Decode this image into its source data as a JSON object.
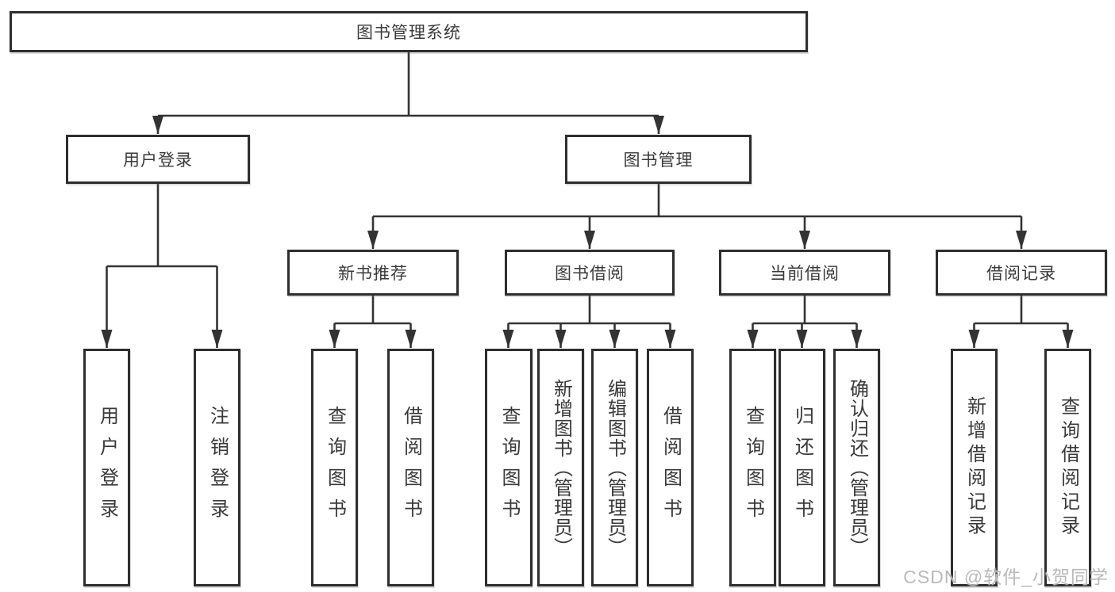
{
  "diagram_type": "hierarchy-tree",
  "colors": {
    "line": "#333333",
    "node_border": "#2e2e2e",
    "text": "#3a3a3a",
    "background": "#ffffff",
    "watermark": "#b9b9b9"
  },
  "tree": {
    "root": "图书管理系统",
    "branches": [
      {
        "label": "用户登录",
        "children": [
          "用户登录",
          "注销登录"
        ]
      },
      {
        "label": "图书管理",
        "children": [
          {
            "label": "新书推荐",
            "children": [
              "查询图书",
              "借阅图书"
            ]
          },
          {
            "label": "图书借阅",
            "children": [
              "查询图书",
              "新增图书（管理员）",
              "编辑图书（管理员）",
              "借阅图书"
            ]
          },
          {
            "label": "当前借阅",
            "children": [
              "查询图书",
              "归还图书",
              "确认归还（管理员）"
            ]
          },
          {
            "label": "借阅记录",
            "children": [
              "新增借阅记录",
              "查询借阅记录"
            ]
          }
        ]
      }
    ]
  },
  "watermark": {
    "text": "CSDN @软件_小贺同学"
  }
}
